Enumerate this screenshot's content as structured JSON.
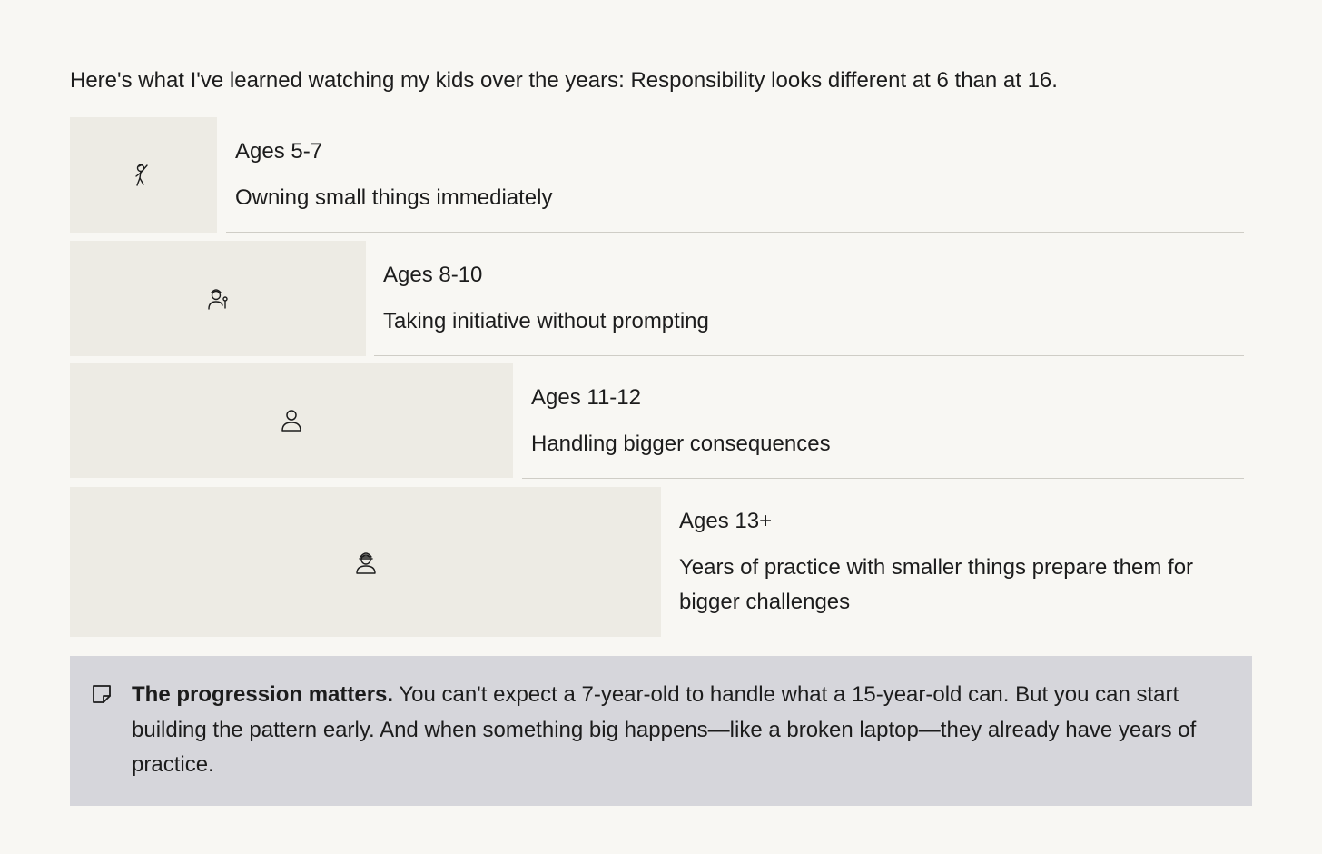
{
  "intro": "Here's what I've learned watching my kids over the years: Responsibility looks different at 6 than at 16.",
  "stages": [
    {
      "age": "Ages 5-7",
      "description": "Owning small things immediately",
      "icon": "child-icon"
    },
    {
      "age": "Ages 8-10",
      "description": "Taking initiative without prompting",
      "icon": "kid-with-cap-icon"
    },
    {
      "age": "Ages 11-12",
      "description": "Handling bigger consequences",
      "icon": "person-icon"
    },
    {
      "age": "Ages 13+",
      "description": "Years of practice with smaller things prepare them for bigger challenges",
      "icon": "teen-with-cap-icon"
    }
  ],
  "note": {
    "icon": "sticky-note-icon",
    "bold": "The progression matters.",
    "text": " You can't expect a 7-year-old to handle what a 15-year-old can. But you can start building the pattern early. And when something big happens—like a broken laptop—they already have years of practice."
  },
  "colors": {
    "background": "#f8f7f3",
    "stage_box": "#edebe4",
    "note_background": "#d6d6db",
    "rule": "#cfcdc6",
    "text": "#1c1c1c"
  }
}
